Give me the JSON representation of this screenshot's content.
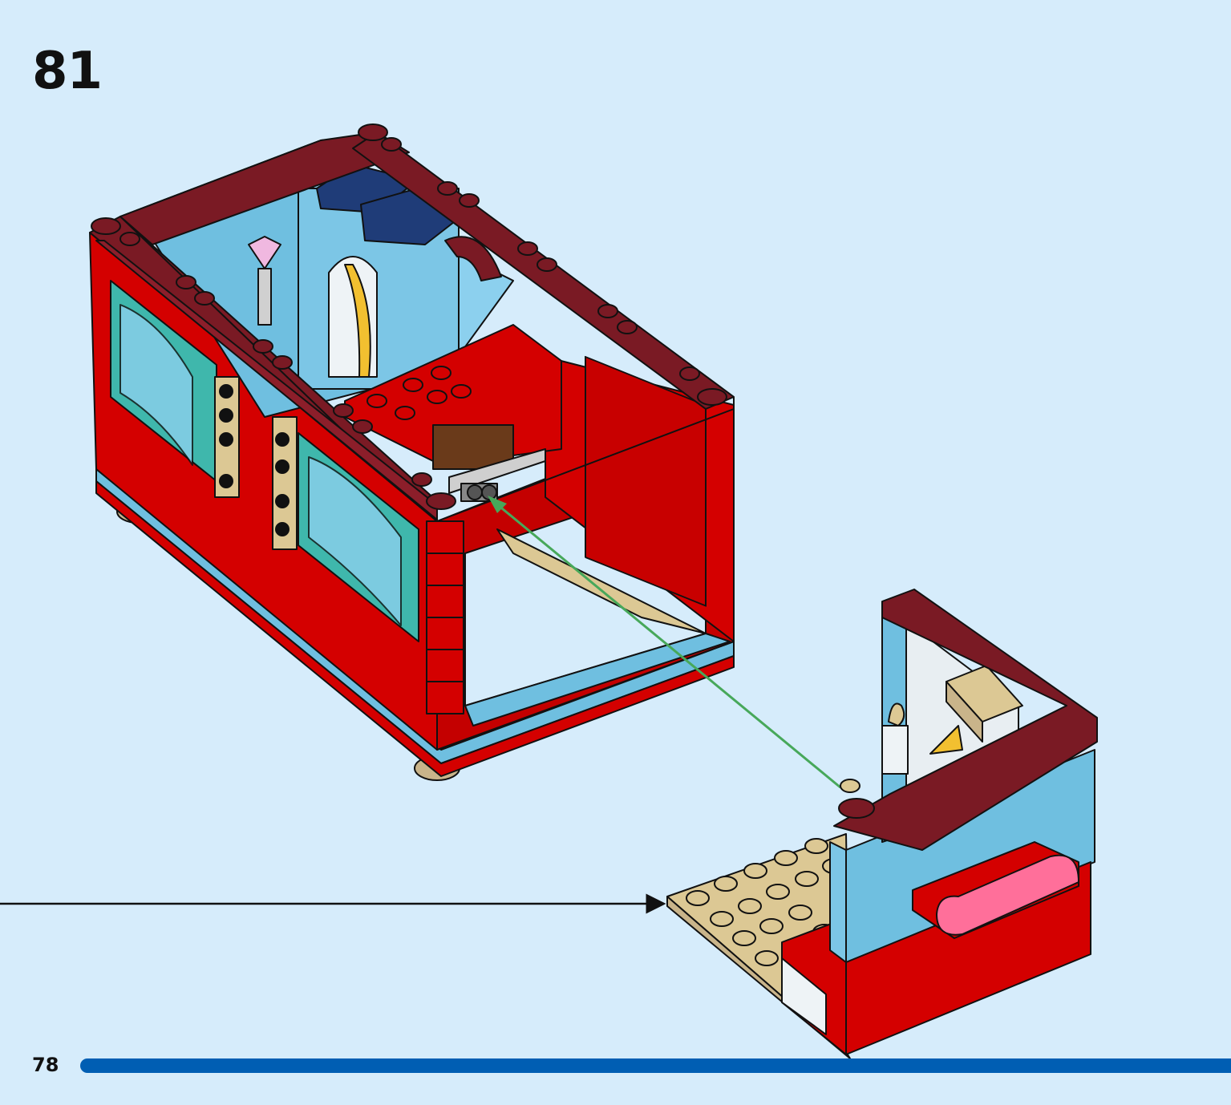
{
  "step": {
    "number": "81"
  },
  "footer": {
    "page_number": "78",
    "progress_fraction": 1.0
  },
  "colors": {
    "background": "#d6ecfb",
    "progress": "#005eb3",
    "red": "#d40000",
    "dark_red": "#7a1a24",
    "light_blue": "#6fbfe0",
    "tan": "#dcc894",
    "teal": "#3fb7ac",
    "dark_blue": "#1f3c78",
    "pink": "#ff6f9a",
    "green_arrow": "#47a85a"
  }
}
